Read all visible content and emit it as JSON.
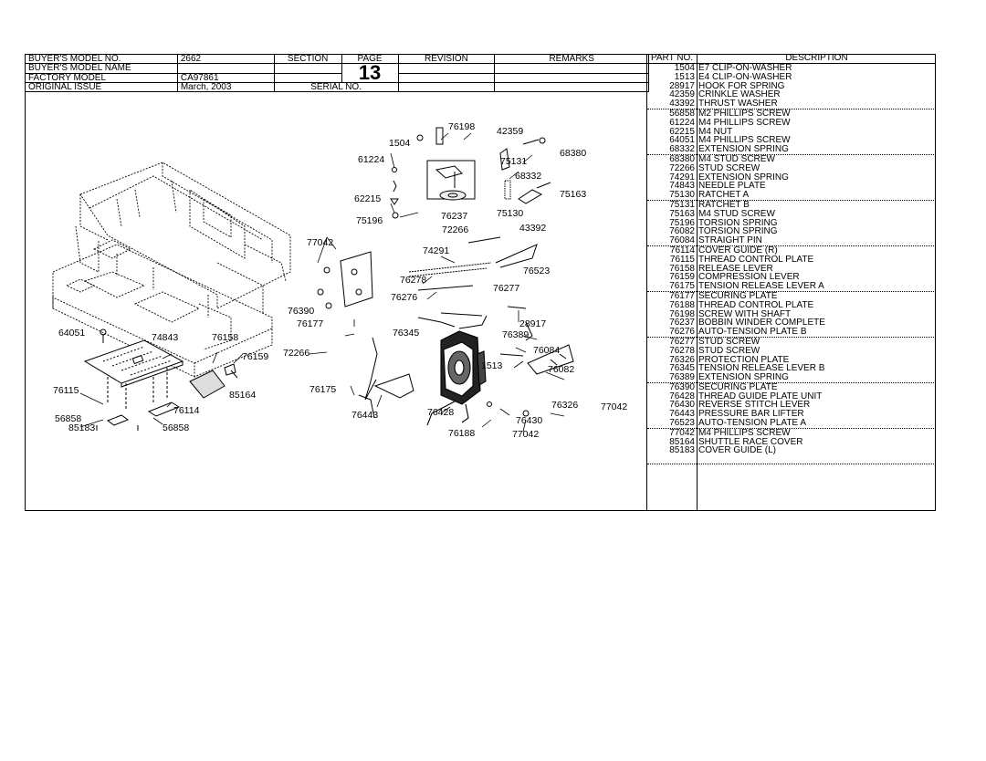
{
  "header": {
    "buyers_model_no_label": "BUYER'S MODEL NO.",
    "buyers_model_no": "2662",
    "buyers_model_name_label": "BUYER'S MODEL NAME",
    "buyers_model_name": "",
    "factory_model_label": "FACTORY MODEL",
    "factory_model": "CA97861",
    "original_issue_label": "ORIGINAL ISSUE",
    "original_issue": "March, 2003",
    "section_label": "SECTION",
    "page_label": "PAGE",
    "page_number": "13",
    "serial_no_label": "SERIAL NO.",
    "revision_label": "REVISION",
    "remarks_label": "REMARKS"
  },
  "parts_list": {
    "part_no_label": "PART NO.",
    "description_label": "DESCRIPTION",
    "items": [
      {
        "part_no": "1504",
        "description": "E7 CLIP-ON-WASHER"
      },
      {
        "part_no": "1513",
        "description": "E4 CLIP-ON-WASHER"
      },
      {
        "part_no": "28917",
        "description": "HOOK FOR SPRING"
      },
      {
        "part_no": "42359",
        "description": "CRINKLE WASHER"
      },
      {
        "part_no": "43392",
        "description": "THRUST WASHER"
      },
      {
        "part_no": "56858",
        "description": "M2 PHILLIPS SCREW"
      },
      {
        "part_no": "61224",
        "description": "M4 PHILLIPS SCREW"
      },
      {
        "part_no": "62215",
        "description": "M4 NUT"
      },
      {
        "part_no": "64051",
        "description": "M4 PHILLIPS SCREW"
      },
      {
        "part_no": "68332",
        "description": "EXTENSION SPRING"
      },
      {
        "part_no": "68380",
        "description": "M4 STUD SCREW"
      },
      {
        "part_no": "72266",
        "description": "STUD SCREW"
      },
      {
        "part_no": "74291",
        "description": "EXTENSION SPRING"
      },
      {
        "part_no": "74843",
        "description": "NEEDLE PLATE"
      },
      {
        "part_no": "75130",
        "description": "RATCHET A"
      },
      {
        "part_no": "75131",
        "description": "RATCHET B"
      },
      {
        "part_no": "75163",
        "description": "M4 STUD SCREW"
      },
      {
        "part_no": "75196",
        "description": "TORSION SPRING"
      },
      {
        "part_no": "76082",
        "description": "TORSION SPRING"
      },
      {
        "part_no": "76084",
        "description": "STRAIGHT PIN"
      },
      {
        "part_no": "76114",
        "description": "COVER GUIDE (R)"
      },
      {
        "part_no": "76115",
        "description": "THREAD CONTROL PLATE"
      },
      {
        "part_no": "76158",
        "description": "RELEASE LEVER"
      },
      {
        "part_no": "76159",
        "description": "COMPRESSION LEVER"
      },
      {
        "part_no": "76175",
        "description": "TENSION RELEASE LEVER A"
      },
      {
        "part_no": "76177",
        "description": "SECURING PLATE"
      },
      {
        "part_no": "76188",
        "description": "THREAD CONTROL PLATE"
      },
      {
        "part_no": "76198",
        "description": "SCREW WITH SHAFT"
      },
      {
        "part_no": "76237",
        "description": "BOBBIN WINDER COMPLETE"
      },
      {
        "part_no": "76276",
        "description": "AUTO-TENSION PLATE B"
      },
      {
        "part_no": "76277",
        "description": "STUD SCREW"
      },
      {
        "part_no": "76278",
        "description": "STUD SCREW"
      },
      {
        "part_no": "76326",
        "description": "PROTECTION PLATE"
      },
      {
        "part_no": "76345",
        "description": "TENSION RELEASE LEVER B"
      },
      {
        "part_no": "76389",
        "description": "EXTENSION SPRING"
      },
      {
        "part_no": "76390",
        "description": "SECURING PLATE"
      },
      {
        "part_no": "76428",
        "description": "THREAD GUIDE PLATE UNIT"
      },
      {
        "part_no": "76430",
        "description": "REVERSE STITCH LEVER"
      },
      {
        "part_no": "76443",
        "description": "PRESSURE BAR LIFTER"
      },
      {
        "part_no": "76523",
        "description": "AUTO-TENSION PLATE A"
      },
      {
        "part_no": "77042",
        "description": "M4 PHILLIPS SCREW"
      },
      {
        "part_no": "85164",
        "description": "SHUTTLE RACE COVER"
      },
      {
        "part_no": "85183",
        "description": "COVER GUIDE (L)"
      }
    ]
  },
  "callouts": {
    "c76198": "76198",
    "c42359": "42359",
    "c1504": "1504",
    "c68380": "68380",
    "c75131": "75131",
    "c61224": "61224",
    "c68332": "68332",
    "c75163": "75163",
    "c62215": "62215",
    "c75130": "75130",
    "c76237": "76237",
    "c75196": "75196",
    "c72266a": "72266",
    "c43392": "43392",
    "c77042a": "77042",
    "c74291": "74291",
    "c76523": "76523",
    "c76278": "76278",
    "c76277": "76277",
    "c76276": "76276",
    "c76390": "76390",
    "c76177": "76177",
    "c28917": "28917",
    "c76345": "76345",
    "c76389": "76389",
    "c64051": "64051",
    "c74843": "74843",
    "c76158": "76158",
    "c76084": "76084",
    "c76159": "76159",
    "c72266b": "72266",
    "c1513": "1513",
    "c76082": "76082",
    "c76115": "76115",
    "c76175": "76175",
    "c85164": "85164",
    "c76326": "76326",
    "c77042b": "77042",
    "c76114": "76114",
    "c56858a": "56858",
    "c76443": "76443",
    "c76428": "76428",
    "c76430": "76430",
    "c85183": "85183",
    "c56858b": "56858",
    "c76188": "76188",
    "c77042c": "77042"
  }
}
